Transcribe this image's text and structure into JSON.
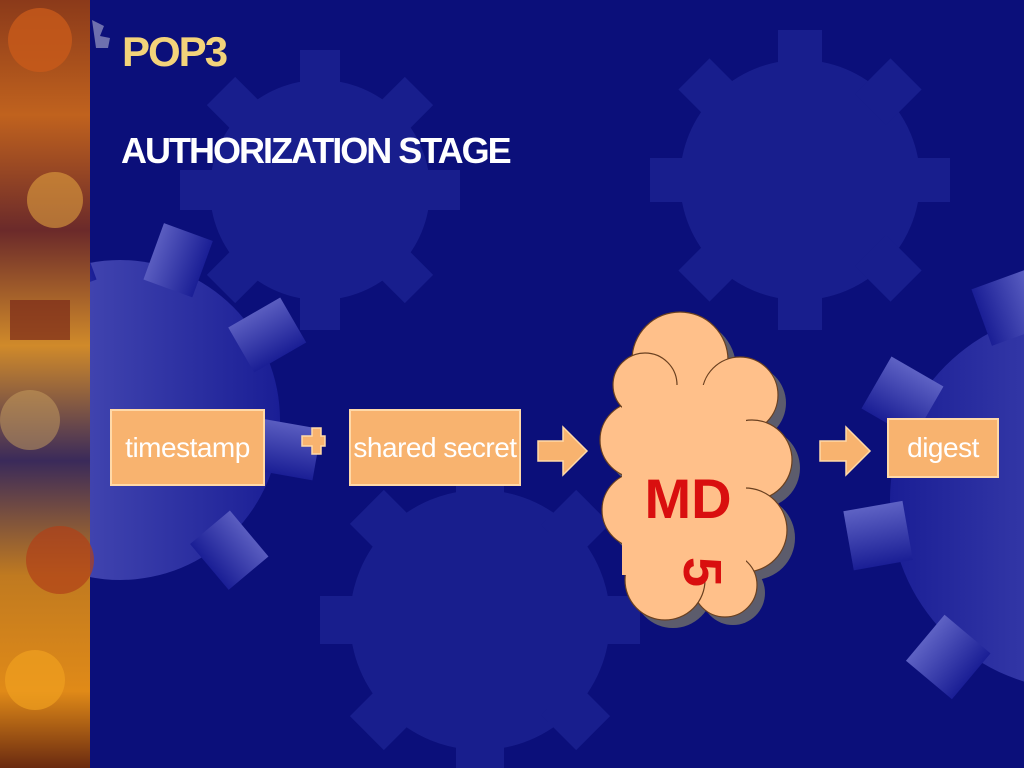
{
  "slide": {
    "title": "POP3",
    "subtitle": "AUTHORIZATION STAGE"
  },
  "diagram": {
    "inputs": [
      "timestamp",
      "shared secret"
    ],
    "process_label_line1": "MD",
    "process_label_line2": "5",
    "output": "digest"
  },
  "colors": {
    "background": "#0b0f7a",
    "box_fill": "#f8b36f",
    "cloud_fill": "#ffc08a",
    "md5_text": "#d90f0f",
    "title_color": "#f3d37a"
  }
}
